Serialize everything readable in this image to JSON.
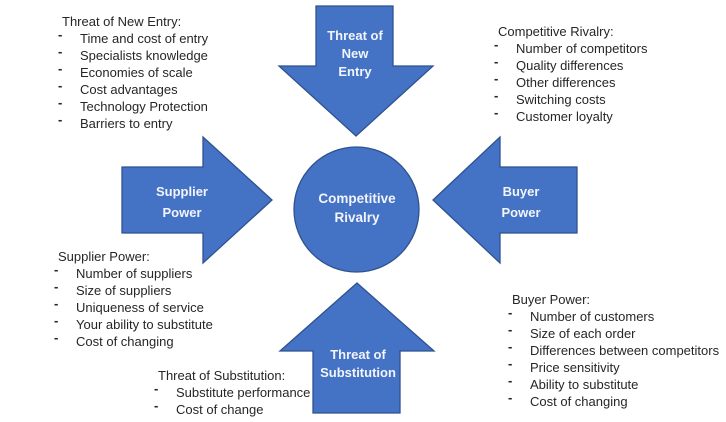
{
  "bullet_char": "-",
  "colors": {
    "shape_fill": "#4472C4",
    "shape_border": "#2F528F",
    "shape_text": "#F2F5FB",
    "list_text": "#262626",
    "background": "#FFFFFF"
  },
  "shapes": {
    "center_circle": {
      "lines": [
        "Competitive",
        "Rivalry"
      ]
    },
    "top_arrow": {
      "lines": [
        "Threat of",
        "New",
        "Entry"
      ]
    },
    "left_arrow": {
      "lines": [
        "Supplier",
        "Power"
      ]
    },
    "right_arrow": {
      "lines": [
        "Buyer",
        "Power"
      ]
    },
    "bottom_arrow": {
      "lines": [
        "Threat of",
        "Substitution"
      ]
    }
  },
  "lists": {
    "threat_new_entry": {
      "title": "Threat of New Entry:",
      "items": [
        "Time and cost of entry",
        "Specialists knowledge",
        "Economies of scale",
        "Cost advantages",
        "Technology Protection",
        "Barriers to entry"
      ]
    },
    "competitive_rivalry": {
      "title": "Competitive Rivalry:",
      "items": [
        "Number of competitors",
        "Quality differences",
        "Other differences",
        "Switching costs",
        "Customer loyalty"
      ]
    },
    "supplier_power": {
      "title": "Supplier Power:",
      "items": [
        "Number of suppliers",
        "Size of suppliers",
        "Uniqueness of service",
        "Your ability to substitute",
        "Cost of changing"
      ]
    },
    "buyer_power": {
      "title": "Buyer Power:",
      "items": [
        "Number of customers",
        "Size of each order",
        "Differences between competitors",
        "Price sensitivity",
        "Ability to substitute",
        "Cost of changing"
      ]
    },
    "threat_substitution": {
      "title": "Threat of Substitution:",
      "items": [
        "Substitute performance",
        "Cost of change"
      ]
    }
  }
}
